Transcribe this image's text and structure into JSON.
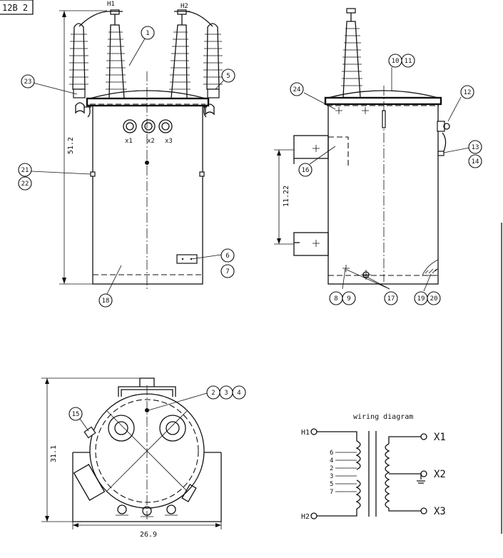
{
  "title_block": {
    "corner_text": "12B 2"
  },
  "front_view": {
    "bushing_left_label": "H1",
    "bushing_right_label": "H2",
    "secondary_labels": [
      "x1",
      "x2",
      "x3"
    ],
    "height_dimension": "51.2"
  },
  "side_view": {
    "mount_spacing_dimension": "11.22"
  },
  "top_view": {
    "height_dimension": "31.1",
    "width_dimension": "26.9"
  },
  "balloons": {
    "b1": "1",
    "b5": "5",
    "b6": "6",
    "b7": "7",
    "b18": "18",
    "b21": "21",
    "b22": "22",
    "b23": "23",
    "b10": "10",
    "b11": "11",
    "b12": "12",
    "b13": "13",
    "b14": "14",
    "b16": "16",
    "b24": "24",
    "b8": "8",
    "b9": "9",
    "b17": "17",
    "b19": "19",
    "b20": "20",
    "b2": "2",
    "b3": "3",
    "b4": "4",
    "b15": "15"
  },
  "wiring_diagram": {
    "title": "wiring diagram",
    "h1": "H1",
    "h2": "H2",
    "taps": [
      "6",
      "4",
      "2",
      "3",
      "5",
      "7"
    ],
    "x1": "X1",
    "x2": "X2",
    "x3": "X3"
  }
}
